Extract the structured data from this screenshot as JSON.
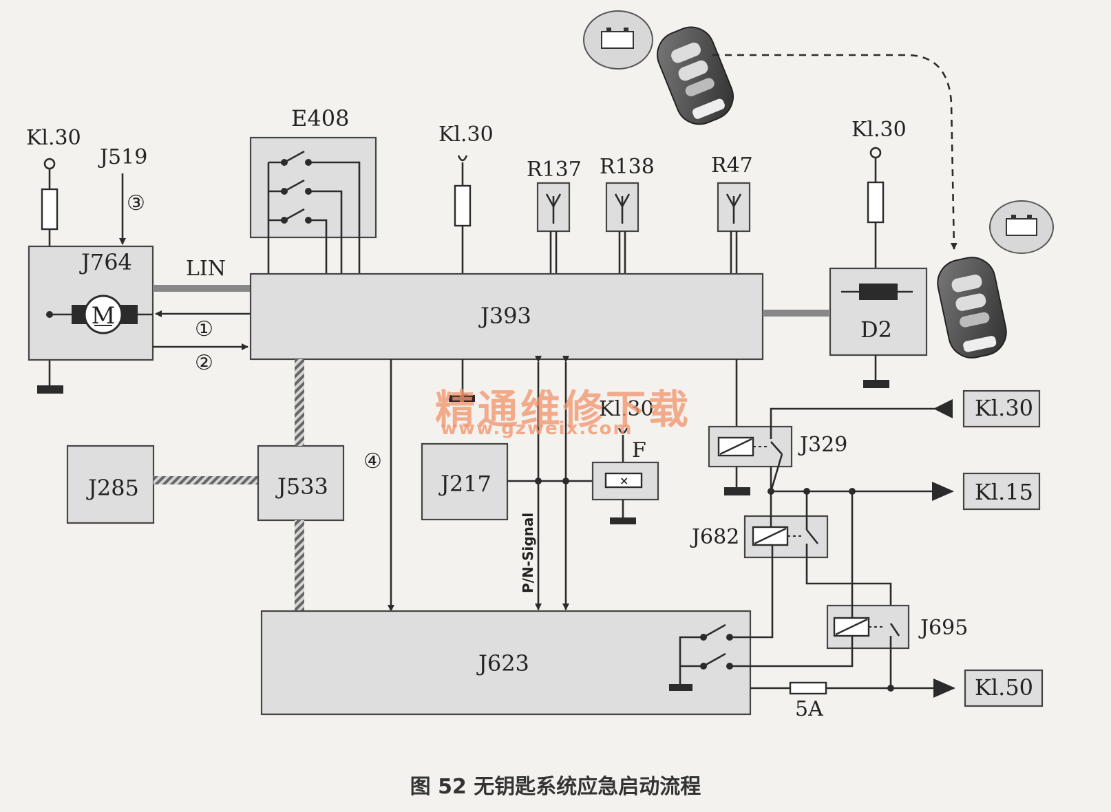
{
  "components": {
    "j764": "J764",
    "j519": "J519",
    "e408": "E408",
    "j393": "J393",
    "r137": "R137",
    "r138": "R138",
    "r47": "R47",
    "d2": "D2",
    "j285": "J285",
    "j533": "J533",
    "j217": "J217",
    "j623": "J623",
    "j329": "J329",
    "j682": "J682",
    "j695": "J695",
    "fuse_f": "F",
    "motor": "M"
  },
  "terminals": {
    "kl30_left": "Kl.30",
    "kl30_mid": "Kl.30",
    "kl30_right": "Kl.30",
    "kl30_f": "Kl.30",
    "kl30_out": "Kl.30",
    "kl15_out": "Kl.15",
    "kl50_out": "Kl.50"
  },
  "labels": {
    "lin": "LIN",
    "pn_signal": "P/N-Signal",
    "fuse_5a": "5A"
  },
  "markers": {
    "m1": "①",
    "m2": "②",
    "m3": "③",
    "m4": "④"
  },
  "watermark": {
    "title": "精通维修下载",
    "url": "www.gzweix.com"
  },
  "caption": "图 52   无钥匙系统应急启动流程",
  "colors": {
    "box_fill": "#dedede",
    "wire": "#2b2b2b",
    "watermark": "#f0966e",
    "key_body": "#555555"
  }
}
